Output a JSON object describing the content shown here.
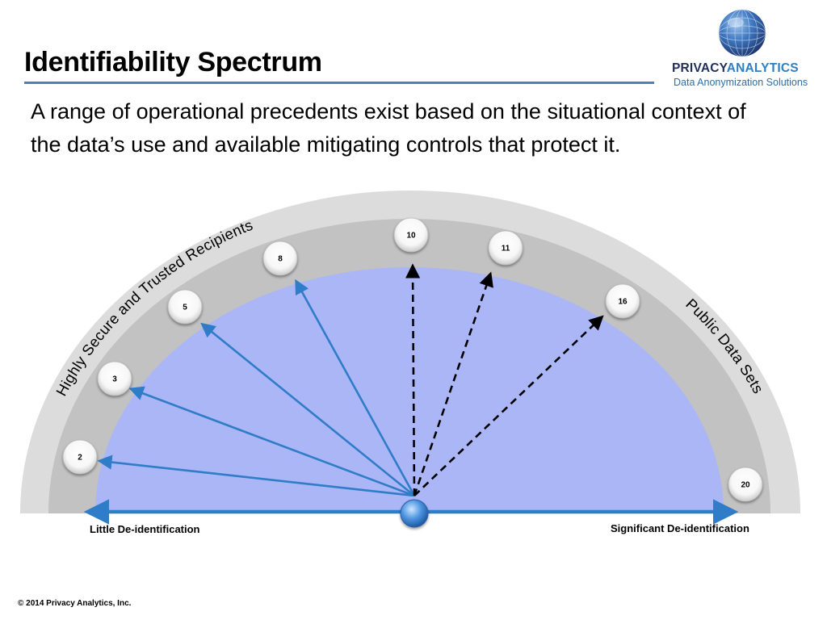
{
  "slide": {
    "title": "Identifiability Spectrum",
    "description": "A range of operational precedents exist based on the situational context of the data’s use and available mitigating controls that protect it."
  },
  "logo": {
    "name_part1": "PRIVACY",
    "name_part2": "ANALYTICS",
    "tagline": "Data Anonymization Solutions",
    "icon": "globe-icon"
  },
  "spectrum": {
    "arc_label_left": "Highly Secure and Trusted  Recipients",
    "arc_label_right": "Public Data Sets",
    "axis_left_label": "Little De-identification",
    "axis_right_label": "Significant  De-identification",
    "markers": [
      {
        "label": "2",
        "line": "solid"
      },
      {
        "label": "3",
        "line": "solid"
      },
      {
        "label": "5",
        "line": "solid"
      },
      {
        "label": "8",
        "line": "solid"
      },
      {
        "label": "10",
        "line": "dashed"
      },
      {
        "label": "11",
        "line": "dashed"
      },
      {
        "label": "16",
        "line": "dashed"
      },
      {
        "label": "20",
        "line": "none"
      }
    ]
  },
  "colors": {
    "inner_fill": "#aab6f6",
    "middle_band": "#c2c2c2",
    "outer_band": "#dcdcdc",
    "arrow": "#2f7cc8",
    "dashed_arrow": "#000000",
    "title_rule": "#4a7fc0"
  },
  "footer": {
    "copyright": "© 2014  Privacy Analytics, Inc."
  }
}
